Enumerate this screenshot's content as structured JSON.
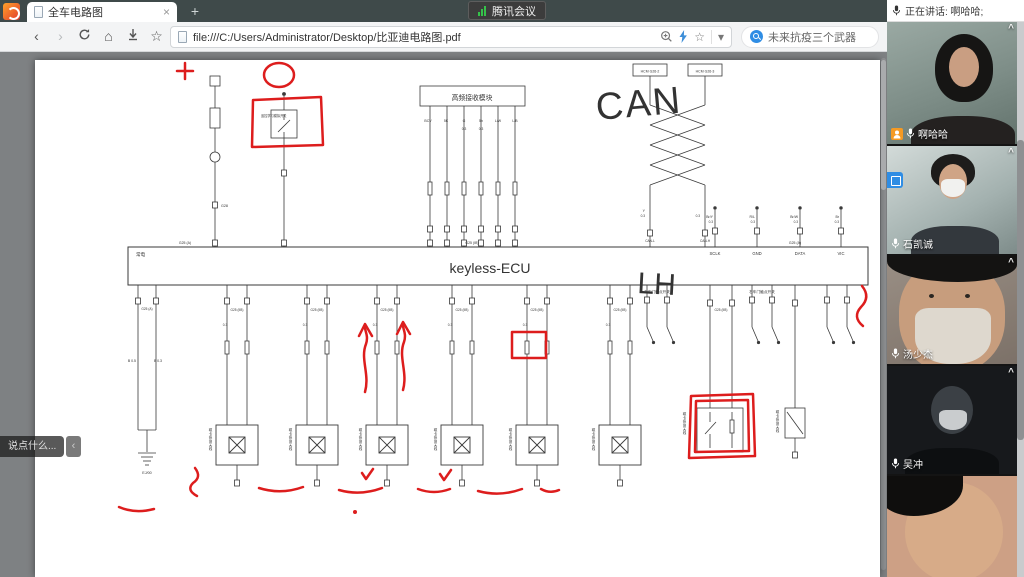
{
  "browser": {
    "tab_title": "全车电路图",
    "tab_close_label": "×",
    "new_tab_label": "+",
    "meeting_pill_label": "腾讯会议",
    "back_label": "‹",
    "forward_label": "›",
    "home_label": "⌂",
    "star_label": "☆",
    "chevron_label": "▾",
    "url": "file:///C:/Users/Administrator/Desktop/比亚迪电路图.pdf",
    "search_text": "未来抗疫三个武器"
  },
  "chat": {
    "placeholder": "说点什么...",
    "collapse_label": "‹"
  },
  "meeting": {
    "speaking_text": "正在讲话: 啊哈哈;",
    "collapse_label": "^",
    "participants": [
      {
        "name": "啊哈哈"
      },
      {
        "name": "石凯诚"
      },
      {
        "name": "汤少杰"
      },
      {
        "name": "吴冲"
      }
    ]
  },
  "diagram": {
    "ecu_label": "keyless-ECU",
    "rf_module_label": "高频接收模块",
    "switch_label": "遥控学习模拟开关",
    "hcm_left": "HCM G26-2",
    "hcm_right": "HCM G26-3",
    "can_l": "CAN-L",
    "can_h": "CAN-H",
    "wire_y": "Y",
    "power_label": "常电",
    "pin_sclk": "SCLK",
    "pin_gnd": "GND",
    "pin_data": "DATA",
    "pin_vic": "VIC",
    "wire_bry": "Br/Y",
    "wire_rl": "R/L",
    "wire_brw": "Br/W",
    "wire_br": "Br",
    "wire_b1": "B 0.5",
    "wire_b2": "B 0.3",
    "gauge": "0.3",
    "conn_a": "G25 (A)",
    "conn_ib": "G25 (IB)",
    "conn_iib": "G25 (IIB)",
    "rf_pin1": "BCV",
    "rf_pin2": "5K",
    "rf_pin3": "G",
    "rf_pin4": "5b",
    "rf_pin5": "L/W",
    "rf_pin6": "L/B",
    "door_left": "左车门触点开关",
    "door_right": "右车门触点开关",
    "antenna_label": "磁卡探测天线",
    "ground_label": "EJ/00",
    "fuse_label": "G28",
    "ann_can": "CAN",
    "ann_lh": "LH"
  }
}
